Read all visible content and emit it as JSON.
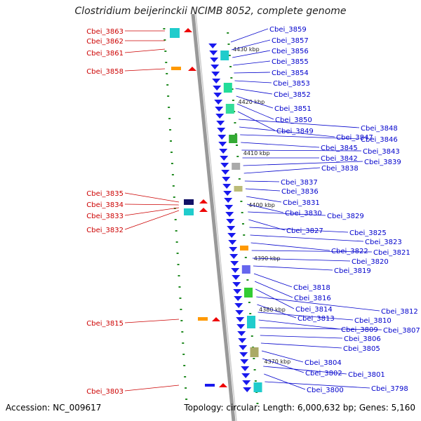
{
  "title": "Clostridium beijerinckii NCIMB 8052, complete genome",
  "footer": {
    "accession": "Accession: NC_009617",
    "summary": "Topology: circular; Length: 6,000,632 bp; Genes: 5,160"
  },
  "colors": {
    "left_label": "#cc0000",
    "right_label": "#0000cc",
    "backbone": "#999999",
    "tick": "#228b22"
  },
  "kbp_markers": [
    "4430 kbp",
    "4420 kbp",
    "4410 kbp",
    "4400 kbp",
    "4390 kbp",
    "4380 kbp",
    "4370 kbp"
  ],
  "left_genes": [
    "Cbei_3863",
    "Cbei_3862",
    "Cbei_3861",
    "Cbei_3858",
    "Cbei_3835",
    "Cbei_3834",
    "Cbei_3833",
    "Cbei_3832",
    "Cbei_3815",
    "Cbei_3803"
  ],
  "right_genes": [
    "Cbei_3859",
    "Cbei_3857",
    "Cbei_3856",
    "Cbei_3855",
    "Cbei_3854",
    "Cbei_3853",
    "Cbei_3852",
    "Cbei_3851",
    "Cbei_3850",
    "Cbei_3849",
    "Cbei_3848",
    "Cbei_3847",
    "Cbei_3846",
    "Cbei_3845",
    "Cbei_3843",
    "Cbei_3842",
    "Cbei_3839",
    "Cbei_3838",
    "Cbei_3837",
    "Cbei_3836",
    "Cbei_3831",
    "Cbei_3830",
    "Cbei_3829",
    "Cbei_3827",
    "Cbei_3825",
    "Cbei_3823",
    "Cbei_3822",
    "Cbei_3821",
    "Cbei_3820",
    "Cbei_3819",
    "Cbei_3818",
    "Cbei_3816",
    "Cbei_3814",
    "Cbei_3812",
    "Cbei_3813",
    "Cbei_3810",
    "Cbei_3809",
    "Cbei_3807",
    "Cbei_3806",
    "Cbei_3805",
    "Cbei_3804",
    "Cbei_3802",
    "Cbei_3801",
    "Cbei_3800",
    "Cbei_3798"
  ]
}
